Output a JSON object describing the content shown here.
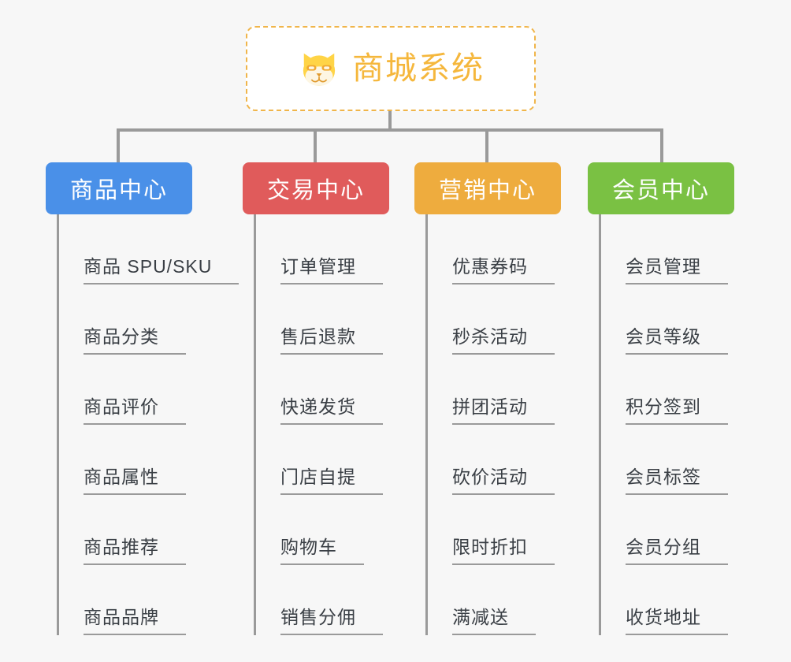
{
  "page": {
    "background_color": "#f7f7f7",
    "connector_color": "#9a9a9a",
    "leaf_text_color": "#3a3f45"
  },
  "root": {
    "title": "商城系统",
    "icon": "shiba-dog-face-icon",
    "title_color": "#f5b73c",
    "border_color": "#f0b54a",
    "background_color": "#ffffff"
  },
  "columns": [
    {
      "title": "商品中心",
      "color": "#4a90e8",
      "items": [
        "商品 SPU/SKU",
        "商品分类",
        "商品评价",
        "商品属性",
        "商品推荐",
        "商品品牌"
      ]
    },
    {
      "title": "交易中心",
      "color": "#e05b5b",
      "items": [
        "订单管理",
        "售后退款",
        "快递发货",
        "门店自提",
        "购物车",
        "销售分佣"
      ]
    },
    {
      "title": "营销中心",
      "color": "#eeac3e",
      "items": [
        "优惠券码",
        "秒杀活动",
        "拼团活动",
        "砍价活动",
        "限时折扣",
        "满减送"
      ]
    },
    {
      "title": "会员中心",
      "color": "#7ac143",
      "items": [
        "会员管理",
        "会员等级",
        "积分签到",
        "会员标签",
        "会员分组",
        "收货地址"
      ]
    }
  ]
}
